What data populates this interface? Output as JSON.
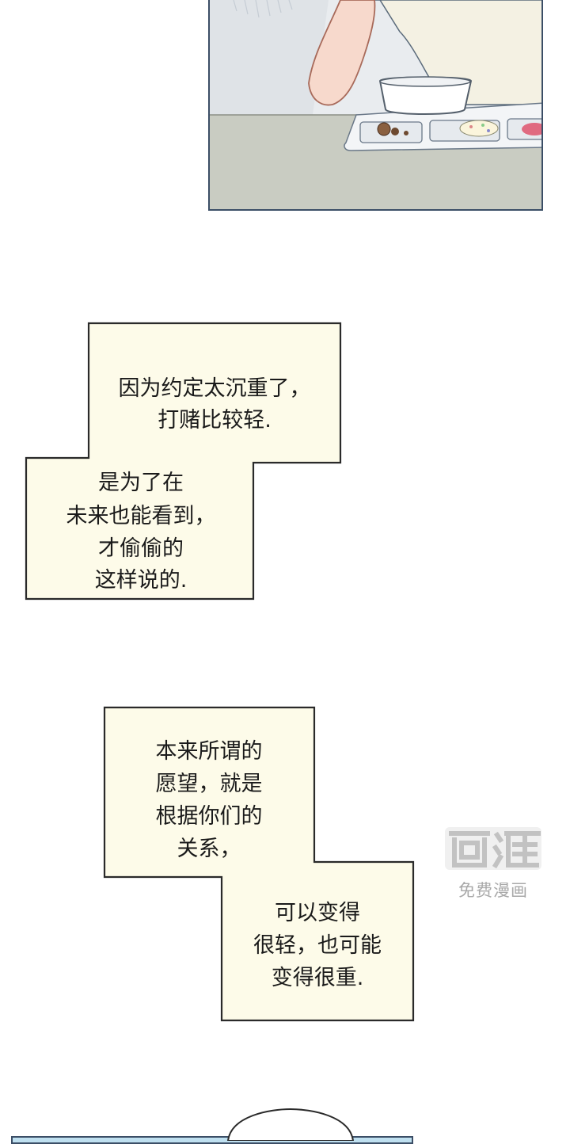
{
  "narration": {
    "block1": {
      "line1": "因为约定太沉重了，",
      "line2": "打赌比较轻.",
      "line3": "是为了在",
      "line4": "未来也能看到，",
      "line5": "才偷偷的",
      "line6": "这样说的."
    },
    "block2": {
      "line1": "本来所谓的",
      "line2": "愿望，就是",
      "line3": "根据你们的",
      "line4": "关系，",
      "line5": "可以变得",
      "line6": "很轻，也可能",
      "line7": "变得很重."
    }
  },
  "watermark": {
    "logo": "画涯",
    "subtitle": "免费漫画"
  },
  "colors": {
    "narration_bg": "#fdfbe9",
    "panel_border": "#3b4e66",
    "table": "#c9ccc2"
  }
}
